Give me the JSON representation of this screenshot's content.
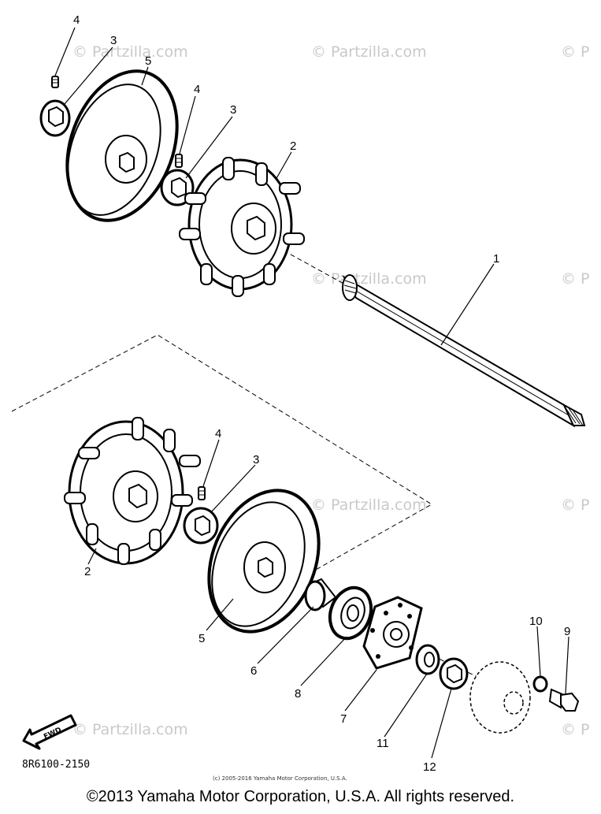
{
  "diagram": {
    "watermark": "© Partzilla.com",
    "watermark_short": "© P",
    "drawing_code": "8R6100-2150",
    "small_copyright": "(c) 2005-2016 Yamaha Motor Corporation, U.S.A.",
    "fwd_label": "FWD",
    "callouts": {
      "part_1": "1",
      "part_2": "2",
      "part_3": "3",
      "part_4": "4",
      "part_5": "5",
      "part_6": "6",
      "part_7": "7",
      "part_8": "8",
      "part_9": "9",
      "part_10": "10",
      "part_11": "11",
      "part_12": "12"
    }
  },
  "footer": {
    "copyright": "©2013 Yamaha Motor Corporation, U.S.A. All rights reserved."
  }
}
